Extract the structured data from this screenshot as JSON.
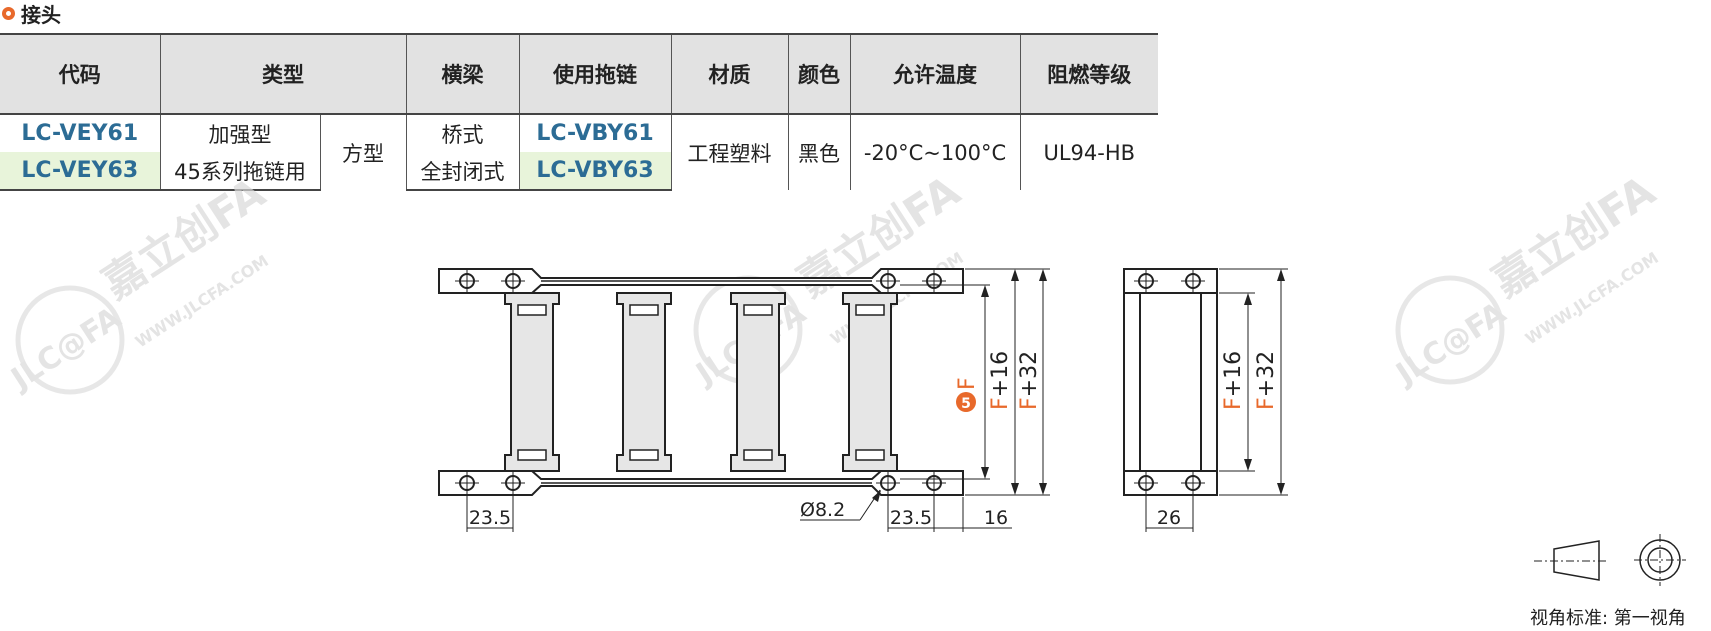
{
  "section_title": "接头",
  "table": {
    "headers": [
      "代码",
      "类型",
      "横梁",
      "使用拖链",
      "材质",
      "颜色",
      "允许温度",
      "阻燃等级"
    ],
    "rows": [
      {
        "code": "LC-VEY61",
        "type1": "加强型",
        "beam": "桥式",
        "chain": "LC-VBY61"
      },
      {
        "code": "LC-VEY63",
        "type1": "45系列拖链用",
        "beam": "全封闭式",
        "chain": "LC-VBY63"
      }
    ],
    "type2": "方型",
    "material": "工程塑料",
    "color": "黑色",
    "temperature": "-20°C~100°C",
    "flame_rating": "UL94-HB"
  },
  "drawing": {
    "dims": {
      "d1": "23.5",
      "d2": "23.5",
      "d3": "16",
      "d4": "26",
      "hole": "Ø8.2",
      "f": "F",
      "f16": "F+16",
      "f32": "F+32",
      "marker": "5"
    },
    "accent_color": "#e8692b",
    "watermark_brand": "JLC@FA",
    "watermark_cn": "嘉立创FA",
    "watermark_url": "WWW.JLCFA.COM"
  },
  "view_standard": "视角标准: 第一视角"
}
